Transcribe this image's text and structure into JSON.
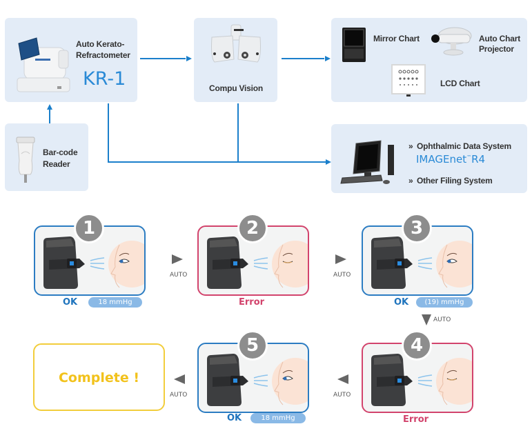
{
  "diagram": {
    "kr1": {
      "title_line1": "Auto Kerato-",
      "title_line2": "Refractometer",
      "model": "KR-1",
      "icon": "auto-refractometer-device"
    },
    "compu_vision": {
      "title": "Compu Vision",
      "icon": "phoropter-device"
    },
    "charts": {
      "mirror_chart": "Mirror Chart",
      "auto_chart_line1": "Auto Chart",
      "auto_chart_line2": "Projector",
      "lcd_chart": "LCD Chart",
      "icons": [
        "mirror-chart-device",
        "chart-projector-device",
        "lcd-chart-device"
      ]
    },
    "barcode": {
      "line1": "Bar-code",
      "line2": "Reader",
      "icon": "barcode-reader-device"
    },
    "data_system": {
      "bullet": "»",
      "item1": "Ophthalmic Data System",
      "brand": "IMAGEnet",
      "brand_mark": "™",
      "brand_version": "R4",
      "item2": "Other Filing System",
      "icon": "desktop-computer"
    },
    "flow_color": "#1a7fcb",
    "box_color": "#e3ecf7"
  },
  "process": {
    "steps": [
      {
        "number": "1",
        "status": "OK",
        "reading": "18 mmHg",
        "eye": "open"
      },
      {
        "number": "2",
        "status": "Error",
        "reading": "",
        "eye": "closed"
      },
      {
        "number": "3",
        "status": "OK",
        "reading": "(19) mmHg",
        "eye": "open"
      },
      {
        "number": "4",
        "status": "Error",
        "reading": "",
        "eye": "closed"
      },
      {
        "number": "5",
        "status": "OK",
        "reading": "18 mmHg",
        "eye": "open"
      }
    ],
    "auto_label": "AUTO",
    "complete_label": "Complete !",
    "colors": {
      "ok": "#1f74bd",
      "error": "#d2436c",
      "complete": "#f2c21c",
      "pill": "#8ab9e6"
    }
  }
}
